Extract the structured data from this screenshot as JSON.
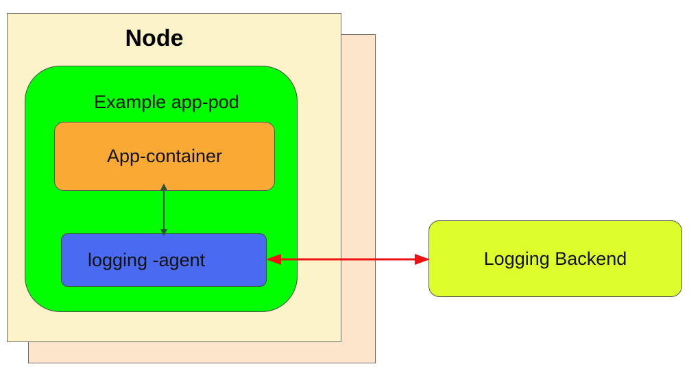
{
  "node": {
    "title": "Node",
    "fill_front": "#fdf3c8",
    "fill_back": "#fde5cc"
  },
  "pod": {
    "label": "Example app-pod",
    "fill": "#00ff00"
  },
  "app_container": {
    "label": "App-container",
    "fill": "#f9a934"
  },
  "logging_agent": {
    "label": "logging -agent",
    "fill": "#4a6af0"
  },
  "logging_backend": {
    "label": "Logging Backend",
    "fill": "#defd2c"
  },
  "connectors": [
    {
      "from": "App-container",
      "to": "logging -agent",
      "style": "bidirectional",
      "color": "#2f4f3f"
    },
    {
      "from": "logging -agent",
      "to": "Logging Backend",
      "style": "bidirectional",
      "color": "#ee1111"
    }
  ]
}
